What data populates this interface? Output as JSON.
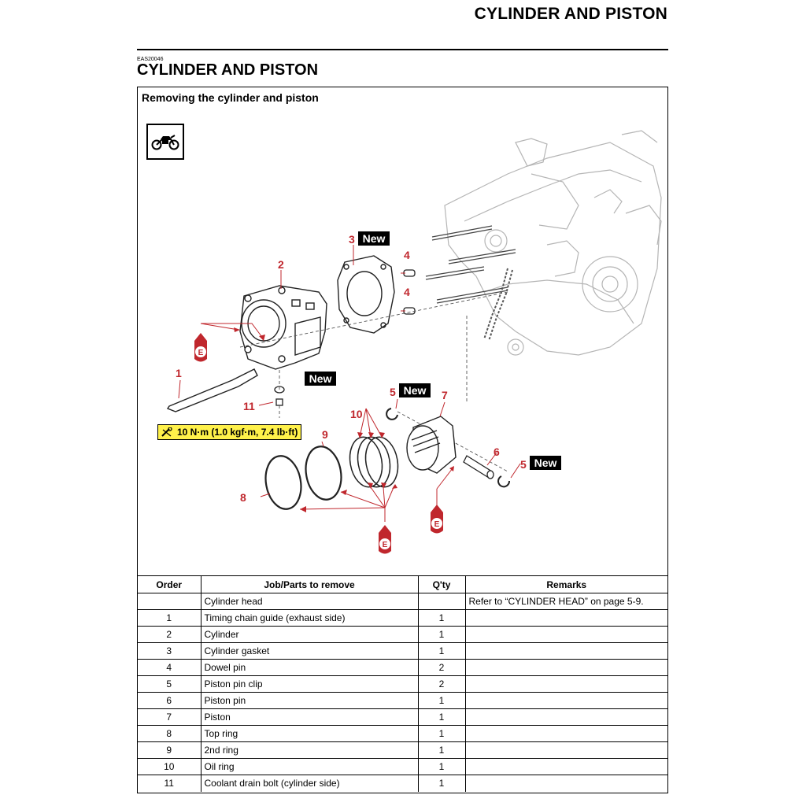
{
  "page_header": "CYLINDER AND PISTON",
  "section_code": "EAS20046",
  "section_title": "CYLINDER AND PISTON",
  "procedure_title": "Removing the cylinder and piston",
  "icon": "motorcycle-icon",
  "diagram": {
    "callouts": {
      "c1": "1",
      "c2": "2",
      "c3": "3",
      "c4a": "4",
      "c4b": "4",
      "c5a": "5",
      "c5b": "5",
      "c6": "6",
      "c7": "7",
      "c8": "8",
      "c9": "9",
      "c10": "10",
      "c11": "11"
    },
    "new_label": "New",
    "oil_symbol": "E",
    "torque_spec": "10 N·m (1.0 kgf·m, 7.4 lb·ft)",
    "colors": {
      "callout": "#c0272d",
      "torque_bg": "#fff14a",
      "badge_bg": "#000000"
    }
  },
  "table": {
    "headers": [
      "Order",
      "Job/Parts to remove",
      "Q'ty",
      "Remarks"
    ],
    "rows": [
      {
        "order": "",
        "part": "Cylinder head",
        "qty": "",
        "remarks": "Refer to “CYLINDER HEAD” on page 5-9."
      },
      {
        "order": "1",
        "part": "Timing chain guide (exhaust side)",
        "qty": "1",
        "remarks": ""
      },
      {
        "order": "2",
        "part": "Cylinder",
        "qty": "1",
        "remarks": ""
      },
      {
        "order": "3",
        "part": "Cylinder gasket",
        "qty": "1",
        "remarks": ""
      },
      {
        "order": "4",
        "part": "Dowel pin",
        "qty": "2",
        "remarks": ""
      },
      {
        "order": "5",
        "part": "Piston pin clip",
        "qty": "2",
        "remarks": ""
      },
      {
        "order": "6",
        "part": "Piston pin",
        "qty": "1",
        "remarks": ""
      },
      {
        "order": "7",
        "part": "Piston",
        "qty": "1",
        "remarks": ""
      },
      {
        "order": "8",
        "part": "Top ring",
        "qty": "1",
        "remarks": ""
      },
      {
        "order": "9",
        "part": "2nd ring",
        "qty": "1",
        "remarks": ""
      },
      {
        "order": "10",
        "part": "Oil ring",
        "qty": "1",
        "remarks": ""
      },
      {
        "order": "11",
        "part": "Coolant drain bolt (cylinder side)",
        "qty": "1",
        "remarks": ""
      }
    ]
  }
}
